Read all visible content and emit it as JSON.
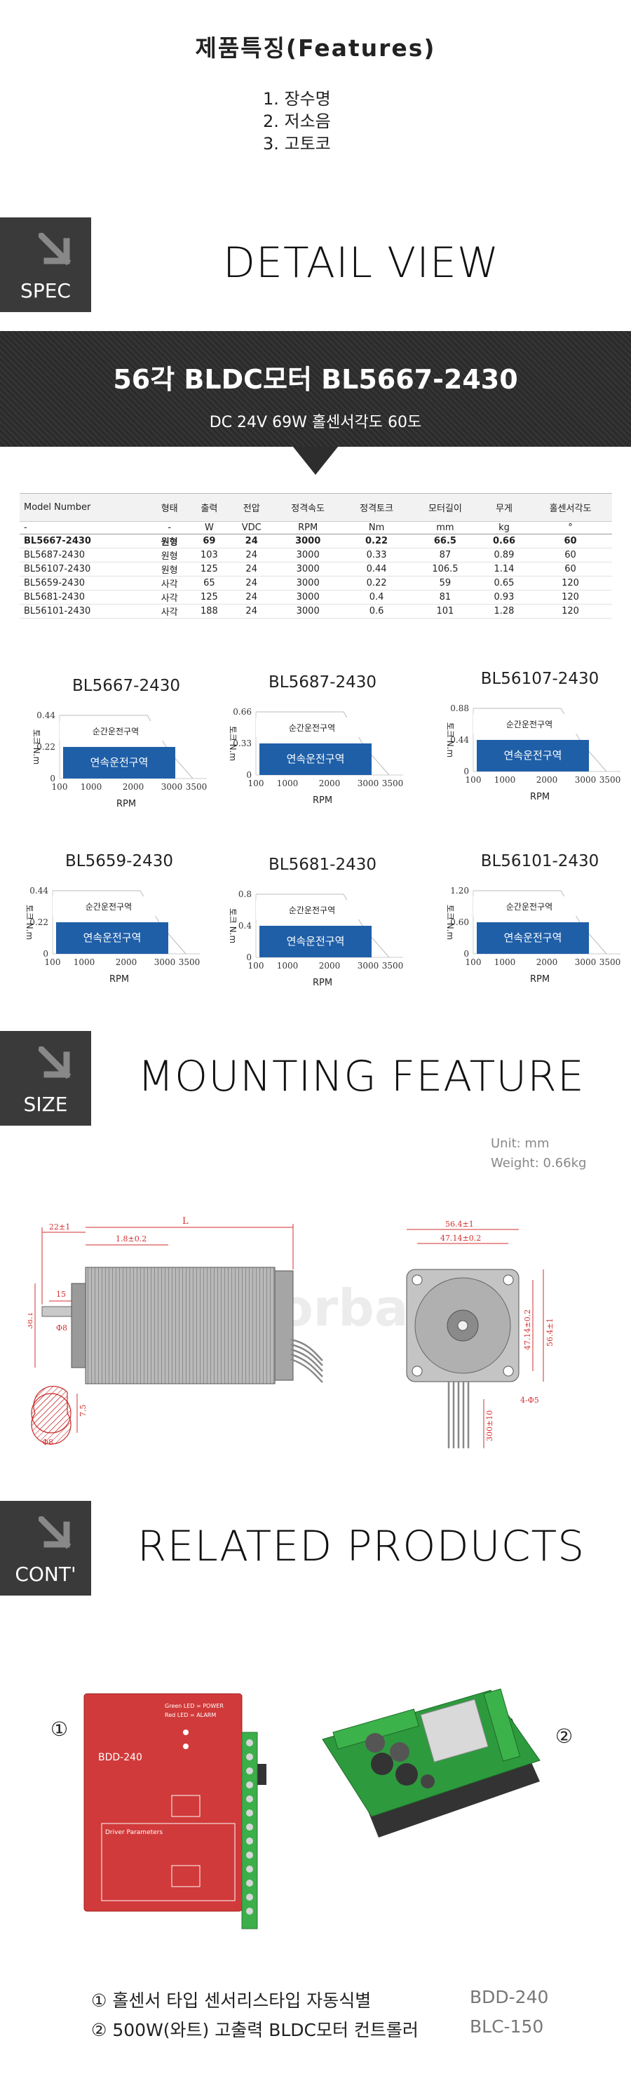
{
  "features": {
    "title": "제품특징(Features)",
    "items": [
      "1. 장수명",
      "2. 저소음",
      "3. 고토코"
    ]
  },
  "sections": {
    "spec": {
      "tag": "SPEC",
      "title": "DETAIL VIEW"
    },
    "size": {
      "tag": "SIZE",
      "title": "MOUNTING FEATURE"
    },
    "cont": {
      "tag": "CONT'",
      "title": "RELATED PRODUCTS"
    }
  },
  "banner": {
    "title": "56각 BLDC모터 BL5667-2430",
    "subtitle": "DC 24V  69W 홀센서각도 60도"
  },
  "spec_table": {
    "headers": [
      "Model Number",
      "형태",
      "출력",
      "전압",
      "정격속도",
      "정격토크",
      "모터길이",
      "무게",
      "홀센서각도"
    ],
    "units": [
      "-",
      "-",
      "W",
      "VDC",
      "RPM",
      "Nm",
      "mm",
      "kg",
      "°"
    ],
    "rows": [
      [
        "BL5667-2430",
        "원형",
        "69",
        "24",
        "3000",
        "0.22",
        "66.5",
        "0.66",
        "60"
      ],
      [
        "BL5687-2430",
        "원형",
        "103",
        "24",
        "3000",
        "0.33",
        "87",
        "0.89",
        "60"
      ],
      [
        "BL56107-2430",
        "원형",
        "125",
        "24",
        "3000",
        "0.44",
        "106.5",
        "1.14",
        "60"
      ],
      [
        "BL5659-2430",
        "사각",
        "65",
        "24",
        "3000",
        "0.22",
        "59",
        "0.65",
        "120"
      ],
      [
        "BL5681-2430",
        "사각",
        "125",
        "24",
        "3000",
        "0.4",
        "81",
        "0.93",
        "120"
      ],
      [
        "BL56101-2430",
        "사각",
        "188",
        "24",
        "3000",
        "0.6",
        "101",
        "1.28",
        "120"
      ]
    ]
  },
  "curves": {
    "ylabel": "토크 N.m",
    "xlabel": "RPM",
    "xticks": [
      "100",
      "1000",
      "2000",
      "3000",
      "3500"
    ],
    "peak_label": "순간운전구역",
    "cont_label": "연속운전구역",
    "accent": "#1f5fa8",
    "items": [
      {
        "name": "BL5667-2430",
        "yticks": [
          "0.44",
          "0.22",
          "0"
        ]
      },
      {
        "name": "BL5687-2430",
        "yticks": [
          "0.66",
          "0.33",
          "0"
        ]
      },
      {
        "name": "BL56107-2430",
        "yticks": [
          "0.88",
          "0.44",
          "0"
        ]
      },
      {
        "name": "BL5659-2430",
        "yticks": [
          "0.44",
          "0.22",
          "0"
        ]
      },
      {
        "name": "BL5681-2430",
        "yticks": [
          "0.8",
          "0.4",
          "0"
        ]
      },
      {
        "name": "BL56101-2430",
        "yticks": [
          "1.20",
          "0.60",
          "0"
        ]
      }
    ]
  },
  "mounting": {
    "unit": "Unit: mm",
    "weight": "Weight: 0.66kg",
    "dims": {
      "flange": "22±1",
      "shaft_offset": "1.8±0.2",
      "length": "L",
      "key": "15",
      "shaft_dia": "Φ8",
      "body": "38.1",
      "side_a": "56.4±1",
      "side_b": "47.14±0.2",
      "side_c": "47.14±0.2",
      "side_d": "56.4±1",
      "holes": "4-Φ5",
      "lead": "300±10",
      "flat": "7.5",
      "shaft_flat": "Φ8"
    },
    "watermark": "motorbank"
  },
  "products": {
    "items": [
      {
        "marker": "①",
        "text": "① 홀센서 타입 센서리스타입 자동식별",
        "code": "BDD-240"
      },
      {
        "marker": "②",
        "text": "② 500W(와트) 고출력 BLDC모터 컨트롤러",
        "code": "BLC-150"
      }
    ],
    "driver_label": "BDD-240",
    "driver_color": "#d13a3a",
    "led_text": "Green LED = POWER",
    "led_text2": "Red LED = ALARM",
    "driver_params": "Driver Parameters",
    "board_color": "#2e9a3e"
  }
}
